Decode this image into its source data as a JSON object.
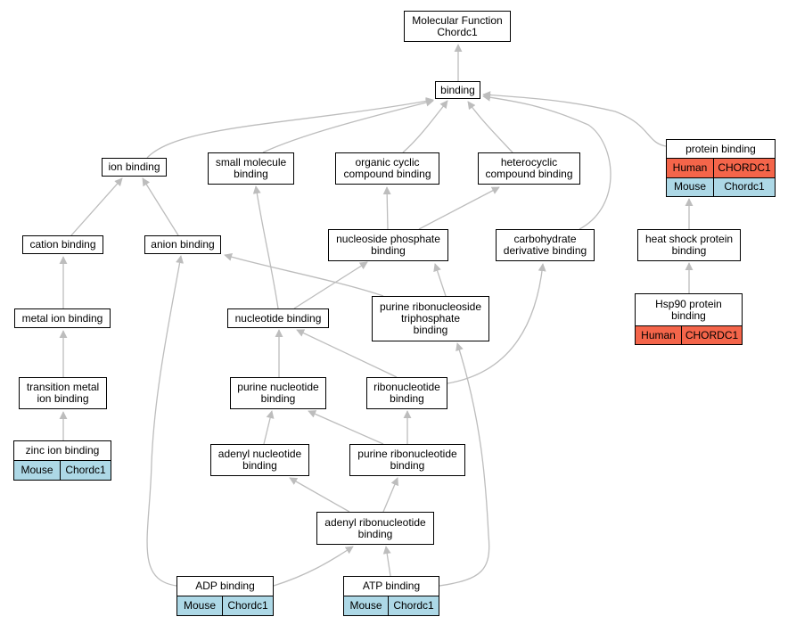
{
  "colors": {
    "edge": "#bdbdbd",
    "human": "#f4654a",
    "mouse": "#add8e6",
    "node_border": "#000000",
    "node_fill": "#ffffff"
  },
  "nodes": {
    "root": "Molecular Function\nChordc1",
    "binding": "binding",
    "ion_binding": "ion binding",
    "small_molecule_binding": "small molecule\nbinding",
    "organic_cyclic": "organic cyclic\ncompound binding",
    "heterocyclic": "heterocyclic\ncompound binding",
    "protein_binding": "protein binding",
    "cation_binding": "cation binding",
    "anion_binding": "anion binding",
    "nucleoside_phosphate": "nucleoside phosphate\nbinding",
    "carbohydrate_derivative": "carbohydrate\nderivative binding",
    "heat_shock": "heat shock protein\nbinding",
    "metal_ion": "metal ion binding",
    "nucleotide_binding": "nucleotide binding",
    "purine_ribonucleoside_tp": "purine ribonucleoside\ntriphosphate\nbinding",
    "hsp90": "Hsp90 protein\nbinding",
    "transition_metal": "transition metal\nion binding",
    "purine_nucleotide": "purine nucleotide\nbinding",
    "ribonucleotide": "ribonucleotide\nbinding",
    "zinc_ion": "zinc ion binding",
    "adenyl_nucleotide": "adenyl nucleotide\nbinding",
    "purine_ribonucleotide": "purine ribonucleotide\nbinding",
    "adenyl_ribonucleotide": "adenyl ribonucleotide\nbinding",
    "adp": "ADP binding",
    "atp": "ATP binding"
  },
  "annotations": {
    "protein_binding": [
      [
        "Human",
        "CHORDC1"
      ],
      [
        "Mouse",
        "Chordc1"
      ]
    ],
    "hsp90": [
      [
        "Human",
        "CHORDC1"
      ]
    ],
    "zinc_ion": [
      [
        "Mouse",
        "Chordc1"
      ]
    ],
    "adp": [
      [
        "Mouse",
        "Chordc1"
      ]
    ],
    "atp": [
      [
        "Mouse",
        "Chordc1"
      ]
    ]
  }
}
